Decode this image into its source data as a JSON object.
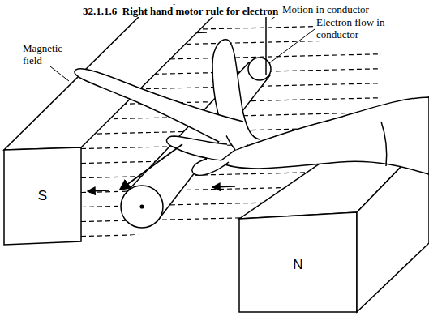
{
  "diagram": {
    "title": "32.1.1.6  Right hand motor rule for electron flow",
    "nodes": [
      {
        "text": [
          "S"
        ]
      },
      {
        "text": [
          "N"
        ]
      }
    ],
    "labels": [
      "Magnetic field",
      "Motion in conductor",
      "Electron flow in conductor"
    ]
  }
}
